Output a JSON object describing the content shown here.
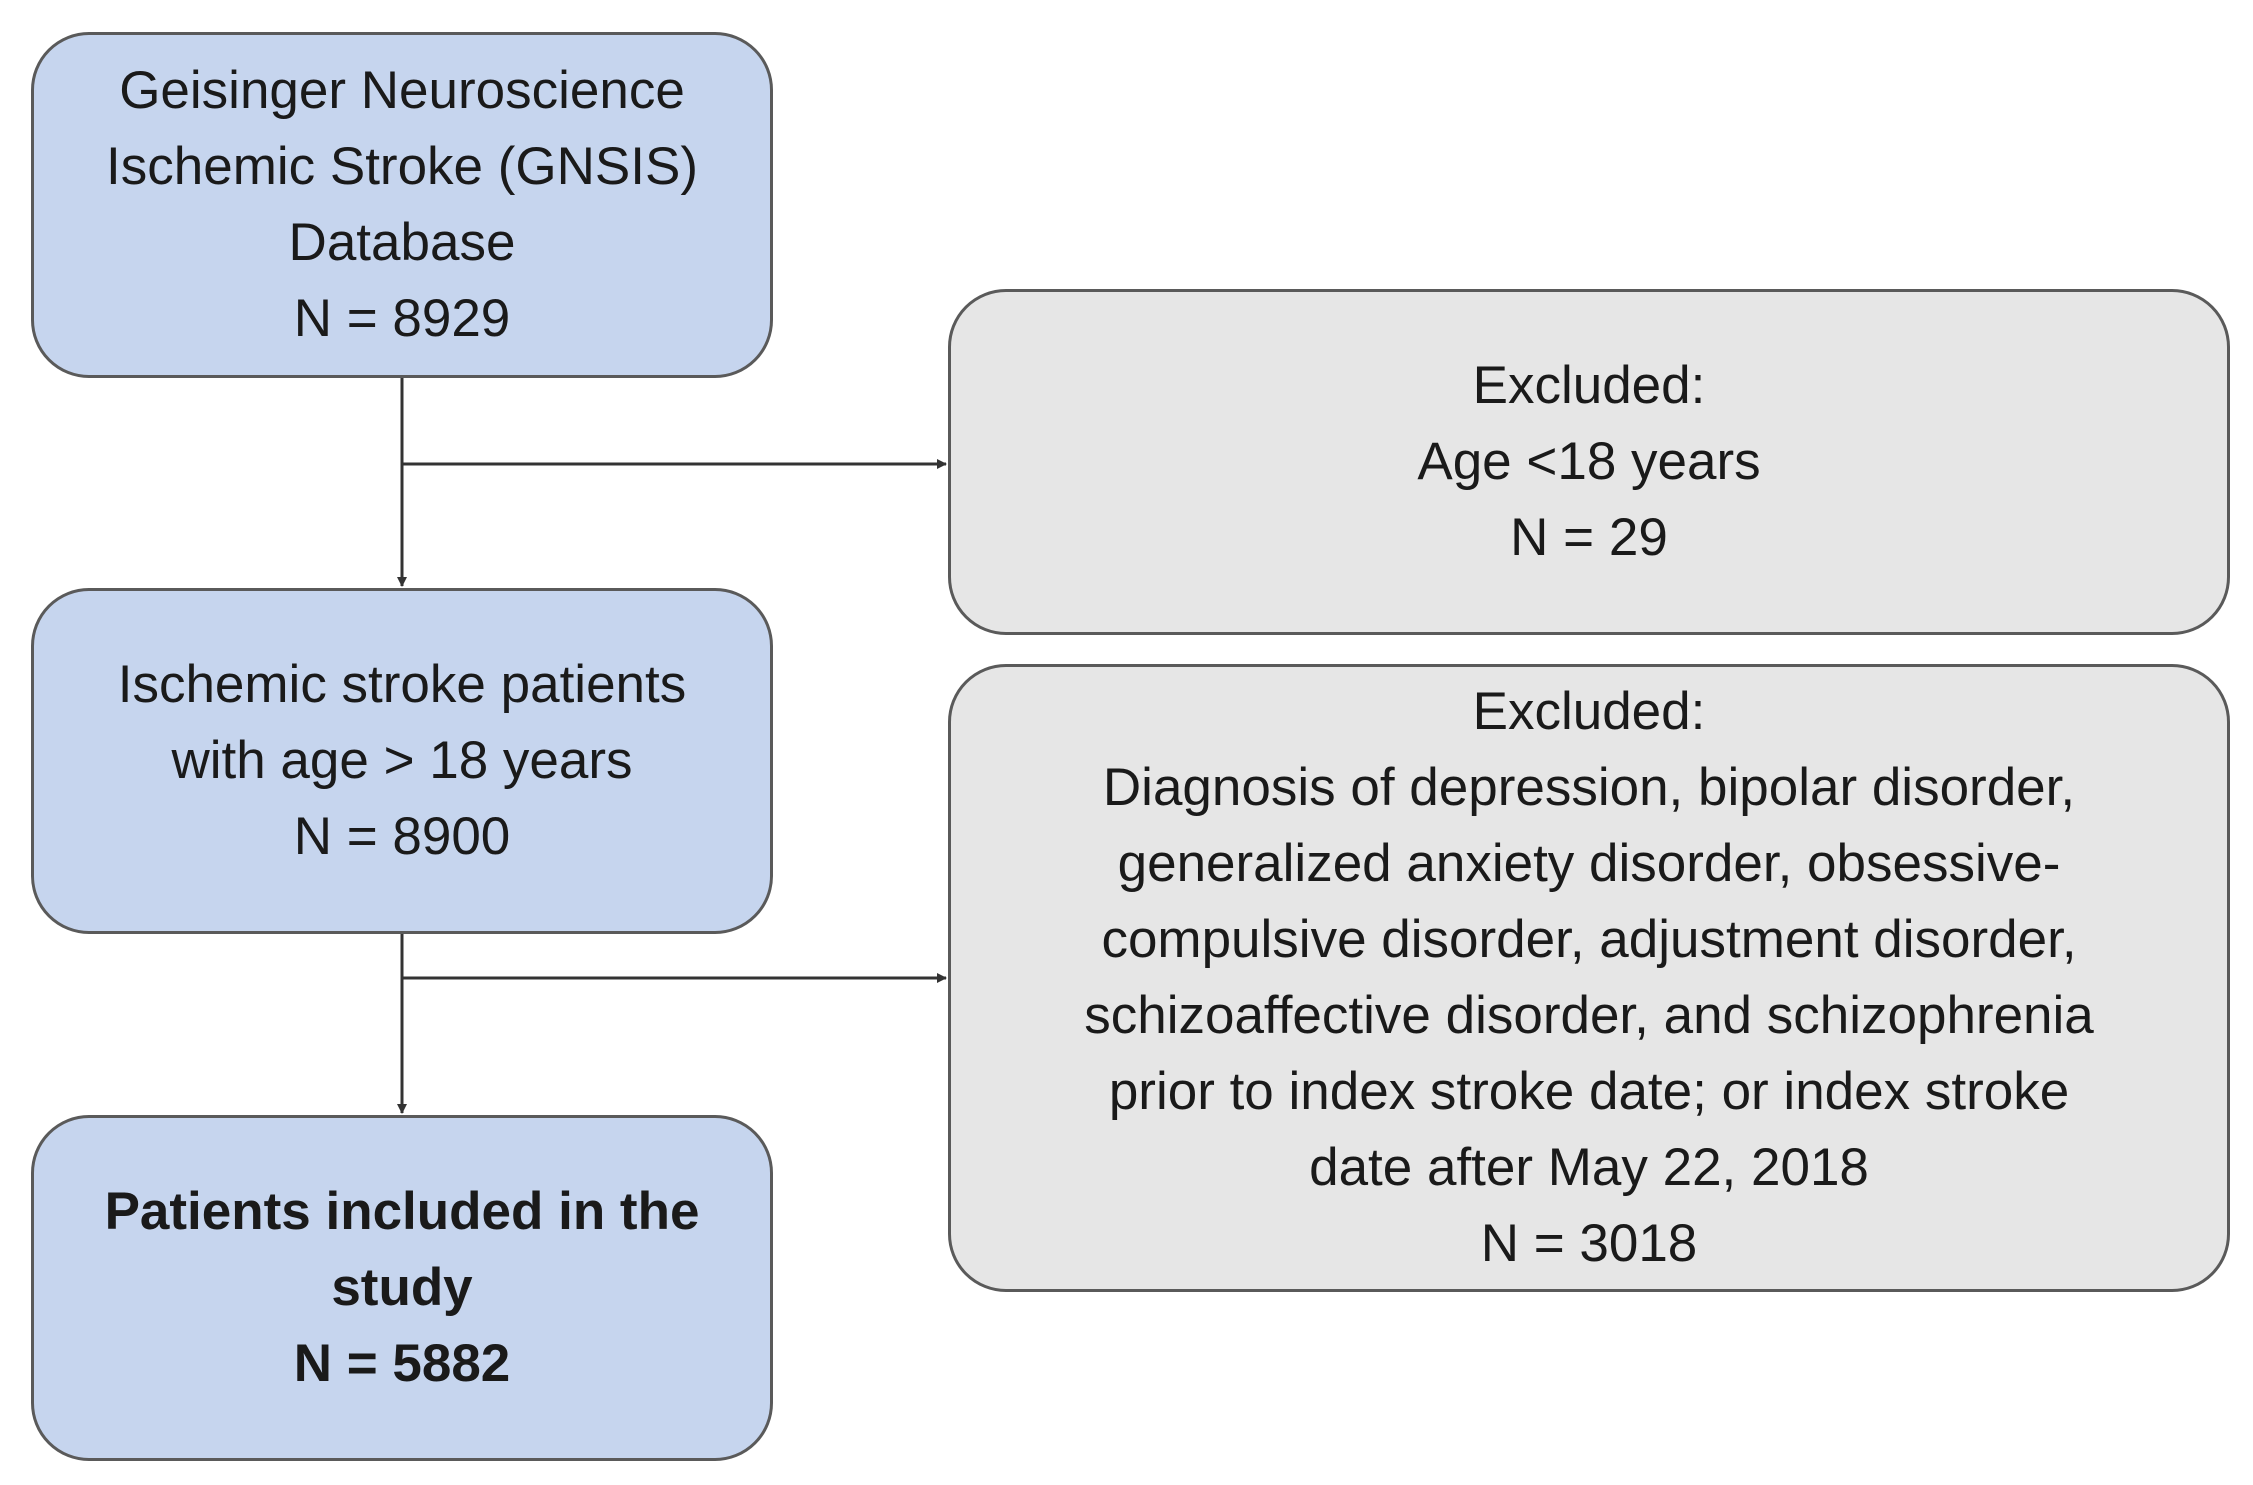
{
  "flow": {
    "database": {
      "lines": [
        "Geisinger Neuroscience",
        "Ischemic Stroke (GNSIS)",
        "Database",
        "N = 8929"
      ]
    },
    "eligible": {
      "lines": [
        "Ischemic stroke patients",
        "with age > 18 years",
        "N = 8900"
      ]
    },
    "included": {
      "lines": [
        "Patients included in the",
        "study",
        "N = 5882"
      ]
    },
    "excluded_age": {
      "lines": [
        "Excluded:",
        "Age <18 years",
        "N = 29"
      ]
    },
    "excluded_diagnosis": {
      "lines": [
        "Excluded:",
        "Diagnosis of depression, bipolar disorder,",
        "generalized anxiety disorder, obsessive-",
        "compulsive disorder, adjustment disorder,",
        "schizoaffective disorder, and schizophrenia",
        "prior to index stroke date; or index stroke",
        "date after May 22, 2018",
        "N = 3018"
      ]
    }
  },
  "colors": {
    "main_box_fill": "#c6d5ee",
    "excluded_box_fill": "#e6e6e6",
    "box_border": "#5a5a5a",
    "arrow": "#333333"
  }
}
